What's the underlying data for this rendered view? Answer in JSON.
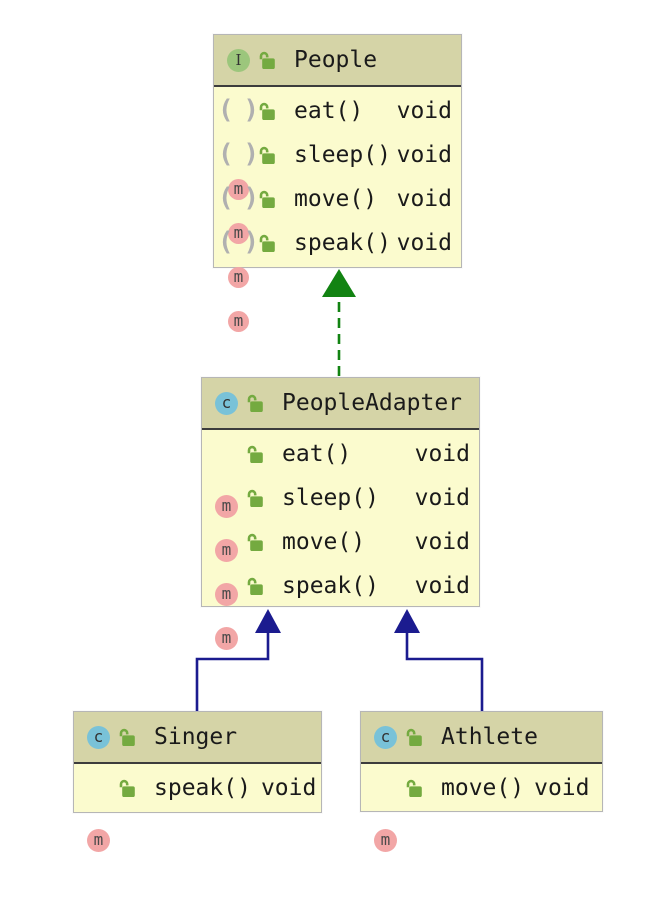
{
  "diagram": {
    "type": "uml-class-diagram",
    "colors": {
      "background": "#ffffff",
      "header_bg": "#d5d4a7",
      "body_bg": "#fbfbce",
      "border": "#b6b6b6",
      "separator": "#3c3c3c",
      "text": "#1a1a1a"
    },
    "icons": {
      "method_letter": "m",
      "abstract_paren_open": "(",
      "abstract_paren_close": ")",
      "interface_circle_color": "#9cc67c",
      "class_circle_color": "#79c2d8",
      "method_circle_color": "#f2a6a6",
      "lock_color": "#74aa40",
      "paren_color": "#b0b0b0"
    },
    "nodes": {
      "people": {
        "kind": "interface",
        "kind_letter": "I",
        "name": "People",
        "methods": [
          {
            "label": "eat()",
            "type": "void",
            "abstract": true
          },
          {
            "label": "sleep()",
            "type": "void",
            "abstract": true
          },
          {
            "label": "move()",
            "type": "void",
            "abstract": true
          },
          {
            "label": "speak()",
            "type": "void",
            "abstract": true
          }
        ]
      },
      "peopleAdapter": {
        "kind": "class",
        "kind_letter": "c",
        "name": "PeopleAdapter",
        "methods": [
          {
            "label": "eat()",
            "type": "void"
          },
          {
            "label": "sleep()",
            "type": "void"
          },
          {
            "label": "move()",
            "type": "void"
          },
          {
            "label": "speak()",
            "type": "void"
          }
        ]
      },
      "singer": {
        "kind": "class",
        "kind_letter": "c",
        "name": "Singer",
        "methods": [
          {
            "label": "speak()",
            "type": "void"
          }
        ]
      },
      "athlete": {
        "kind": "class",
        "kind_letter": "c",
        "name": "Athlete",
        "methods": [
          {
            "label": "move()",
            "type": "void"
          }
        ]
      }
    },
    "edges": [
      {
        "from": "PeopleAdapter",
        "to": "People",
        "relation": "realization",
        "style": "dashed",
        "color": "#128312"
      },
      {
        "from": "Singer",
        "to": "PeopleAdapter",
        "relation": "generalization",
        "style": "solid",
        "color": "#1b1b8f"
      },
      {
        "from": "Athlete",
        "to": "PeopleAdapter",
        "relation": "generalization",
        "style": "solid",
        "color": "#1b1b8f"
      }
    ]
  }
}
